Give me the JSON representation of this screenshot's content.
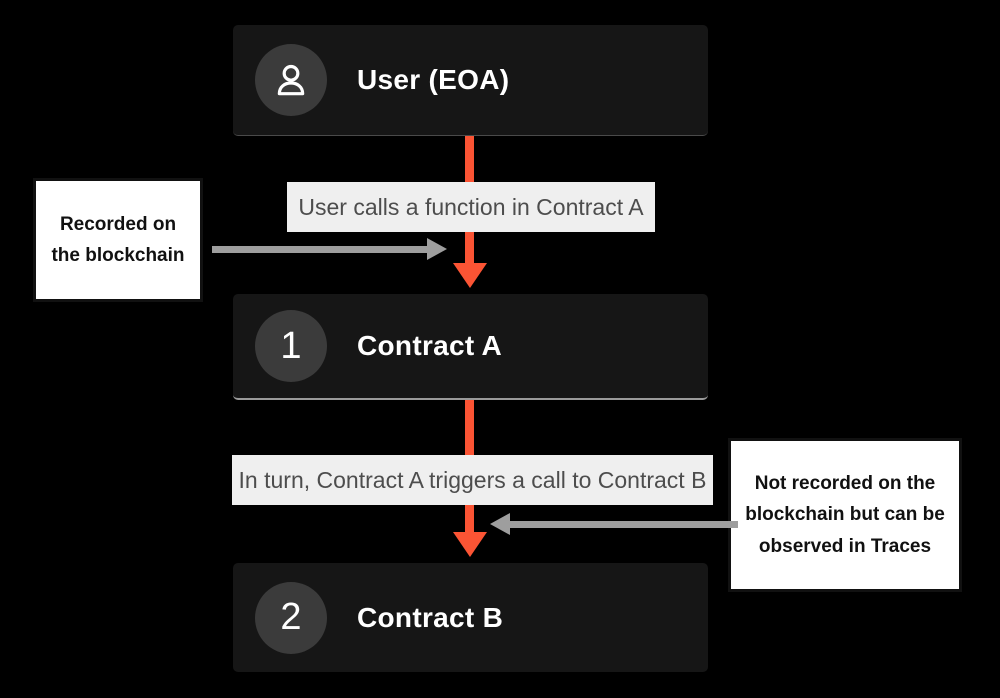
{
  "nodes": [
    {
      "label": "User (EOA)",
      "icon": "person-icon"
    },
    {
      "label": "Contract A",
      "badge": "1"
    },
    {
      "label": "Contract B",
      "badge": "2"
    }
  ],
  "edges": [
    {
      "label": "User calls a function in Contract A"
    },
    {
      "label": "In turn, Contract A triggers a call to Contract B"
    }
  ],
  "annotations": [
    {
      "text": "Recorded on the blockchain"
    },
    {
      "text": "Not recorded on the blockchain but can be observed in Traces"
    }
  ],
  "colors": {
    "background": "#000000",
    "node_fill": "#161616",
    "badge_fill": "#3b3b3b",
    "node_text": "#ffffff",
    "arrow_orange": "#fb5434",
    "arrow_gray": "#9e9e9e",
    "edge_label_bg": "#efefef",
    "edge_label_text": "#4d4d4d",
    "annotation_bg": "#ffffff",
    "annotation_border": "#111111"
  }
}
